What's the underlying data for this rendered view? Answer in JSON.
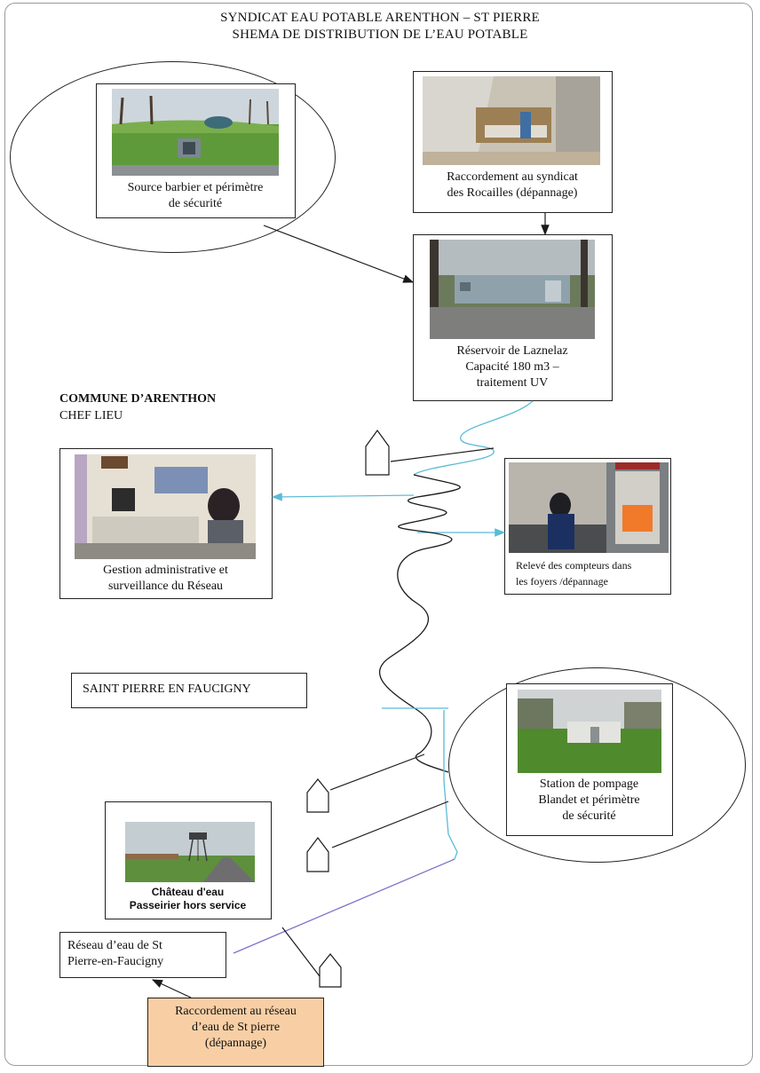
{
  "title": {
    "line1": "SYNDICAT EAU POTABLE ARENTHON – ST PIERRE",
    "line2": "SHEMA DE DISTRIBUTION DE L’EAU POTABLE"
  },
  "nodes": {
    "source": {
      "line1": "Source barbier et périmètre",
      "line2": "de sécurité"
    },
    "raccordement_rocailles": {
      "line1": "Raccordement au syndicat",
      "line2": "des Rocailles (dépannage)"
    },
    "reservoir": {
      "line1": "Réservoir de Laznelaz",
      "line2": "Capacité 180 m3 –",
      "line3": "traitement UV"
    },
    "gestion": {
      "line1": "Gestion administrative et",
      "line2": "surveillance du Réseau"
    },
    "releve": {
      "line1": "Relevé des compteurs dans",
      "line2": "les foyers /dépannage"
    },
    "station": {
      "line1": "Station de pompage",
      "line2": "Blandet et périmètre",
      "line3": "de sécurité"
    },
    "chateau": {
      "line1": "Château d'eau",
      "line2": "Passeirier hors service"
    },
    "reseau_st_pierre": {
      "line1": "Réseau d’eau de St",
      "line2": "Pierre-en-Faucigny"
    },
    "raccordement_st_pierre": {
      "line1": "Raccordement au réseau",
      "line2": "d’eau de St pierre",
      "line3": "(dépannage)"
    }
  },
  "commune": {
    "name": "COMMUNE D’ARENTHON",
    "sub": "CHEF LIEU"
  },
  "saint_pierre": "SAINT PIERRE EN FAUCIGNY",
  "colors": {
    "water_line": "#5bbbd6",
    "dark_line": "#1a1a1a",
    "purple_line": "#7b74c8",
    "highlight_fill": "#f8cfa5"
  },
  "icons": [
    "house-icon",
    "house-icon",
    "house-icon",
    "house-icon"
  ]
}
